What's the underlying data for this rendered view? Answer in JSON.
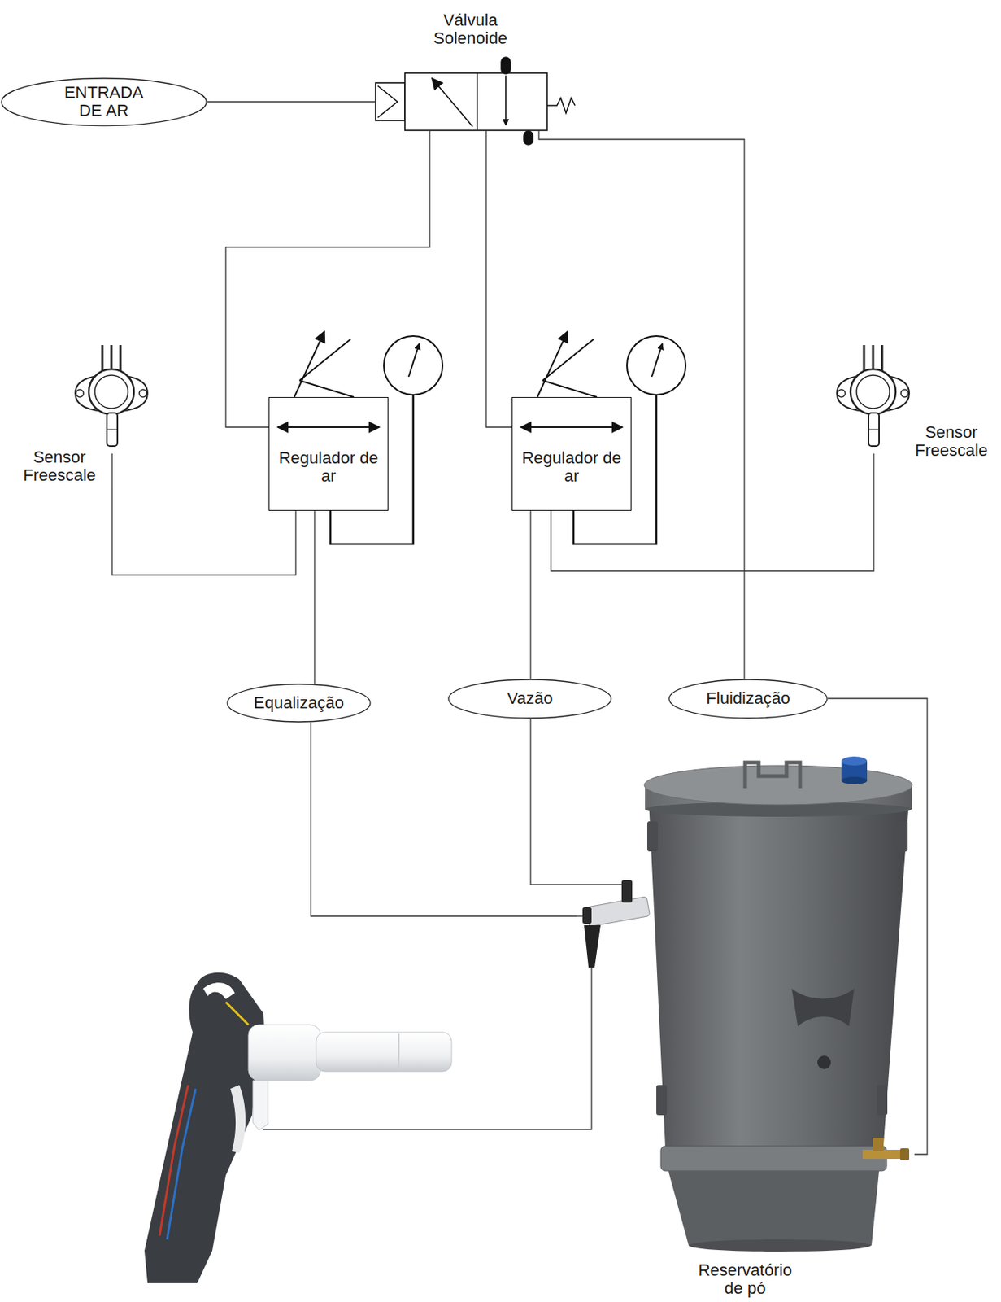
{
  "diagram": {
    "nodes": [
      {
        "text": [
          "ENTRADA DE AR"
        ]
      },
      {
        "text": [
          "Válvula Solenoide"
        ]
      },
      {
        "text": [
          "Regulador de ar"
        ]
      },
      {
        "text": [
          "Regulador de ar"
        ]
      },
      {
        "text": [
          "Sensor Freescale"
        ]
      },
      {
        "text": [
          "Sensor Freescale"
        ]
      },
      {
        "text": [
          "Equalização"
        ]
      },
      {
        "text": [
          "Vazão"
        ]
      },
      {
        "text": [
          "Fluidização"
        ]
      },
      {
        "text": [
          "Reservatório de pó"
        ]
      }
    ],
    "edges": [
      {
        "from": 0,
        "to": 1,
        "arrow": "none"
      },
      {
        "from": 1,
        "to": 2,
        "arrow": "none"
      },
      {
        "from": 1,
        "to": 3,
        "arrow": "none"
      },
      {
        "from": 1,
        "to": 8,
        "arrow": "none"
      },
      {
        "from": 4,
        "to": 2,
        "arrow": "none"
      },
      {
        "from": 5,
        "to": 3,
        "arrow": "none"
      },
      {
        "from": 2,
        "to": 6,
        "arrow": "none"
      },
      {
        "from": 3,
        "to": 7,
        "arrow": "none"
      },
      {
        "from": 6,
        "to": 9,
        "arrow": "none"
      },
      {
        "from": 7,
        "to": 9,
        "arrow": "none"
      },
      {
        "from": 8,
        "to": 9,
        "arrow": "none"
      }
    ]
  }
}
